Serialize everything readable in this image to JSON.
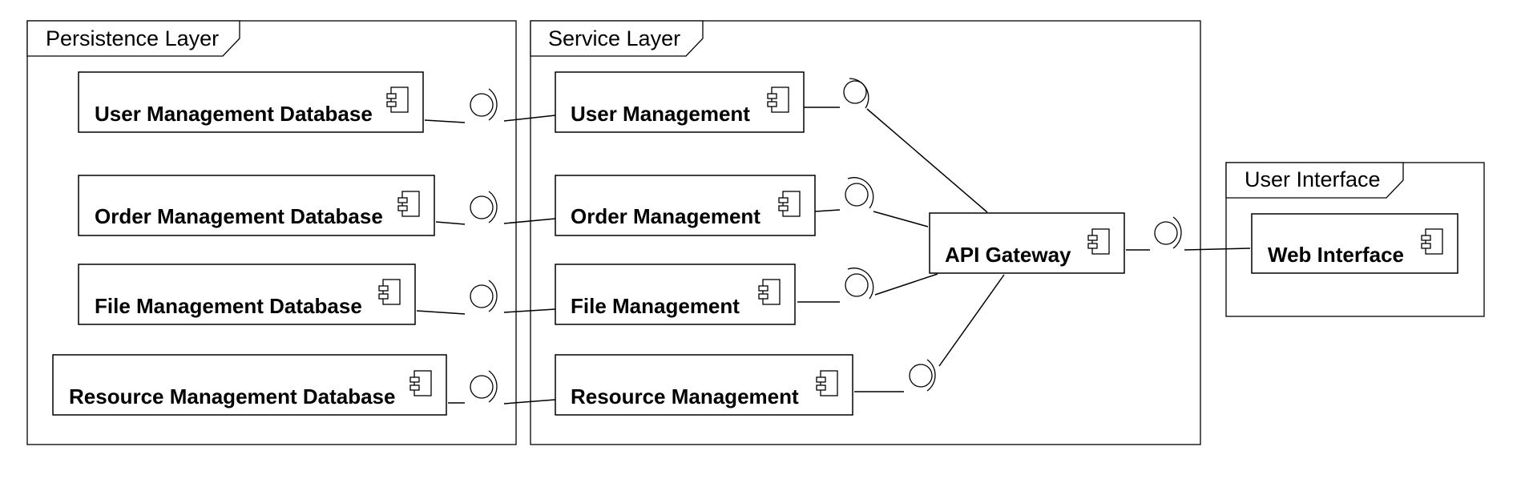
{
  "packages": {
    "persistence": {
      "title": "Persistence Layer"
    },
    "service": {
      "title": "Service Layer"
    },
    "ui": {
      "title": "User Interface"
    }
  },
  "components": {
    "user_db": "User Management Database",
    "order_db": "Order Management Database",
    "file_db": "File Management Database",
    "resource_db": "Resource Management Database",
    "user_mgmt": "User Management",
    "order_mgmt": "Order Management",
    "file_mgmt": "File Management",
    "resource_mgmt": "Resource Management",
    "api_gateway": "API Gateway",
    "web_interface": "Web Interface"
  },
  "connections": [
    {
      "from": "user_db",
      "to": "user_mgmt"
    },
    {
      "from": "order_db",
      "to": "order_mgmt"
    },
    {
      "from": "file_db",
      "to": "file_mgmt"
    },
    {
      "from": "resource_db",
      "to": "resource_mgmt"
    },
    {
      "from": "user_mgmt",
      "to": "api_gateway"
    },
    {
      "from": "order_mgmt",
      "to": "api_gateway"
    },
    {
      "from": "file_mgmt",
      "to": "api_gateway"
    },
    {
      "from": "resource_mgmt",
      "to": "api_gateway"
    },
    {
      "from": "api_gateway",
      "to": "web_interface"
    }
  ],
  "colors": {
    "stroke": "#000000",
    "fill": "#ffffff"
  }
}
